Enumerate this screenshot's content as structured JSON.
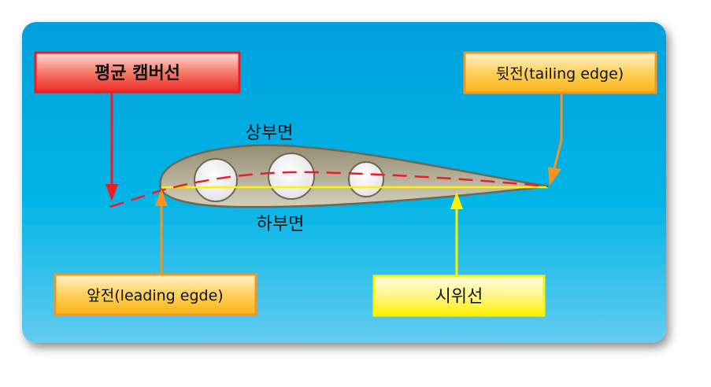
{
  "labels": {
    "mean_camber_line": "평균 캠버선",
    "trailing_edge": "뒷전(tailing edge)",
    "upper_surface": "상부면",
    "lower_surface": "하부면",
    "leading_edge": "앞전(leading egde)",
    "chord_line": "시위선"
  },
  "colors": {
    "background_top": "#00a0dc",
    "background_bottom": "#5ccbf0",
    "camber": "#ee1c25",
    "edge_arrows": "#f7941d",
    "chord": "#fff200",
    "airfoil": "#a8a28a"
  }
}
